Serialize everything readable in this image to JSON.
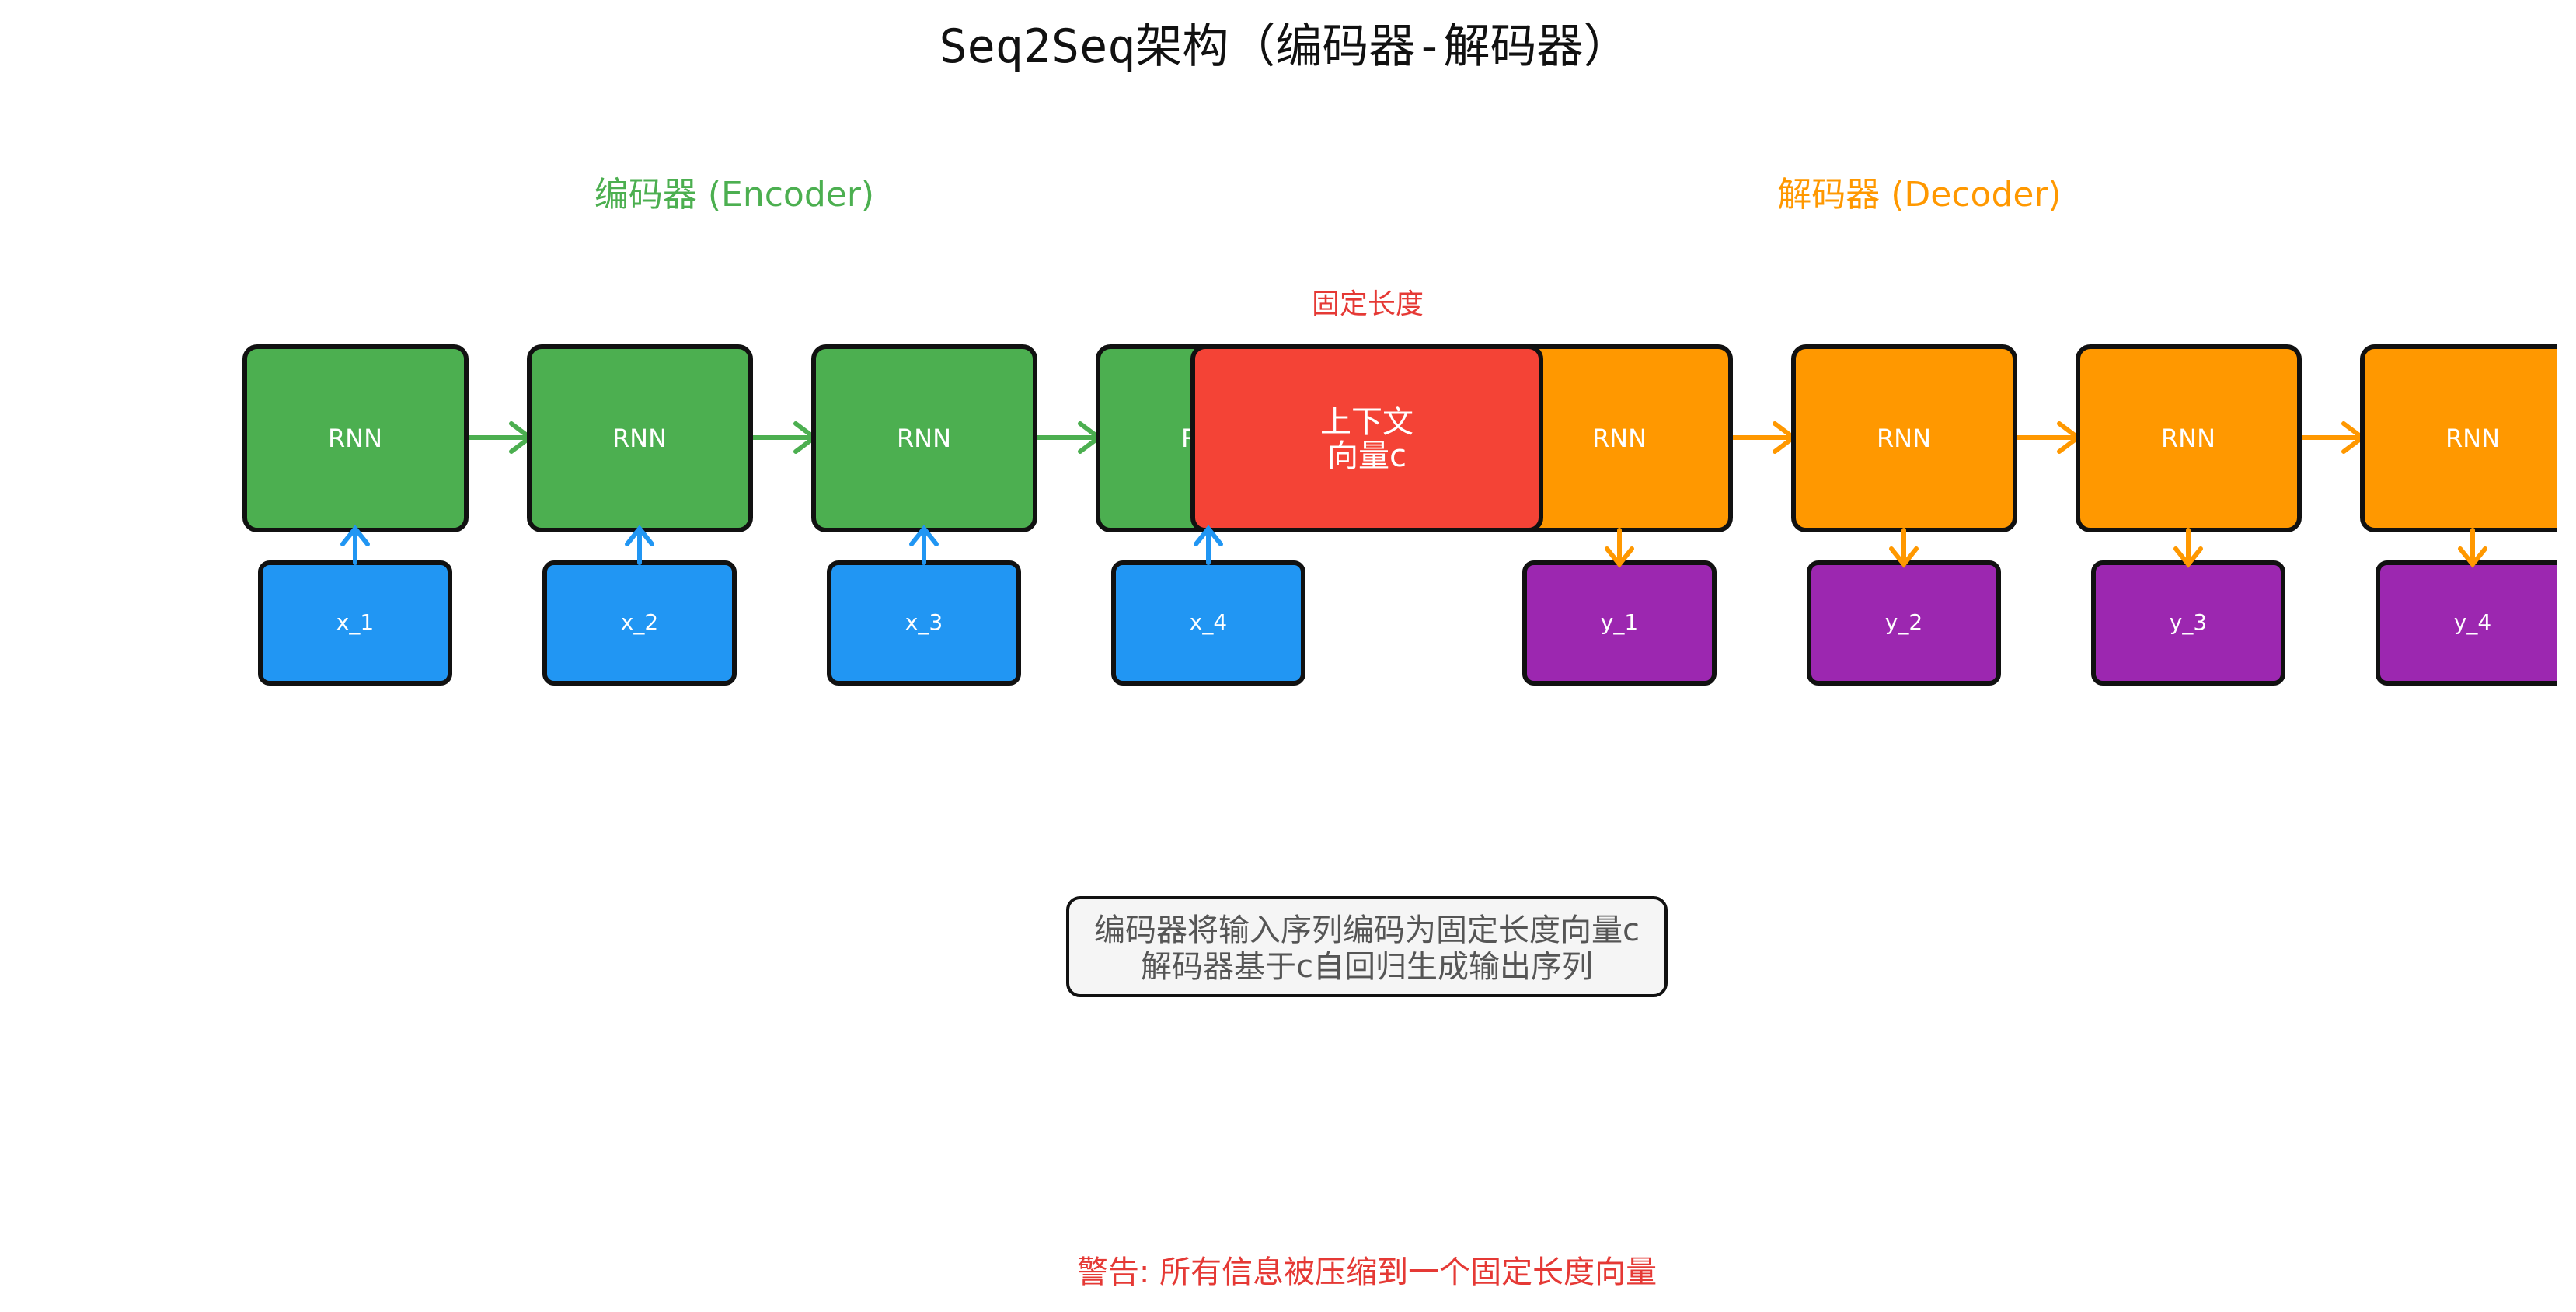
{
  "title": "Seq2Seq架构（编码器-解码器）",
  "encoder": {
    "heading": "编码器 (Encoder)",
    "cells": [
      {
        "label": "RNN",
        "input": "x_1"
      },
      {
        "label": "RNN",
        "input": "x_2"
      },
      {
        "label": "RNN",
        "input": "x_3"
      },
      {
        "label": "RNN",
        "input": "x_4"
      }
    ]
  },
  "decoder": {
    "heading": "解码器 (Decoder)",
    "cells": [
      {
        "label": "RNN",
        "output": "y_1"
      },
      {
        "label": "RNN",
        "output": "y_2"
      },
      {
        "label": "RNN",
        "output": "y_3"
      },
      {
        "label": "RNN",
        "output": "y_4"
      }
    ]
  },
  "context": {
    "note": "固定长度",
    "line1": "上下文",
    "line2": "向量c"
  },
  "explanation": {
    "line1": "编码器将输入序列编码为固定长度向量c",
    "line2": "解码器基于c自回归生成输出序列"
  },
  "warning": "警告: 所有信息被压缩到一个固定长度向量",
  "colors": {
    "encoder": "#4caf50",
    "decoder": "#ff9800",
    "input": "#2196f3",
    "output": "#9c27b0",
    "context": "#f44336",
    "note_bg": "#f5f5f5",
    "warning": "#e53935"
  }
}
